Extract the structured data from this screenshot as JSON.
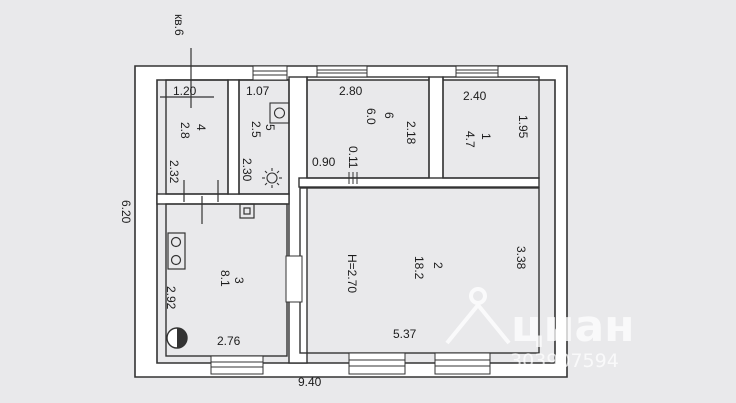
{
  "header_note": "кв.6",
  "dimensions": {
    "outer_width": "9.40",
    "outer_height": "6.20"
  },
  "rooms": [
    {
      "id": "1",
      "area": "4.7",
      "width": "2.40",
      "depth": "1.95"
    },
    {
      "id": "2",
      "area": "18.2",
      "height": "H=2.70",
      "width": "5.37",
      "depth": "3.38"
    },
    {
      "id": "3",
      "area": "8.1",
      "width": "2.76",
      "depth": "2.92"
    },
    {
      "id": "4",
      "area": "2.8",
      "width": "1.20",
      "depth": "2.32"
    },
    {
      "id": "5",
      "area": "2.5",
      "width": "1.07",
      "depth": "2.30"
    },
    {
      "id": "6",
      "area": "6.0",
      "width": "2.80",
      "depth": "2.18",
      "door": "0.90",
      "extra": "0.11"
    }
  ],
  "watermark": {
    "brand": "циан",
    "number": "303907594"
  },
  "colors": {
    "background": "#e9e9eb",
    "wall": "#333333",
    "text": "#1c1c1c",
    "watermark": "#ffffff"
  }
}
